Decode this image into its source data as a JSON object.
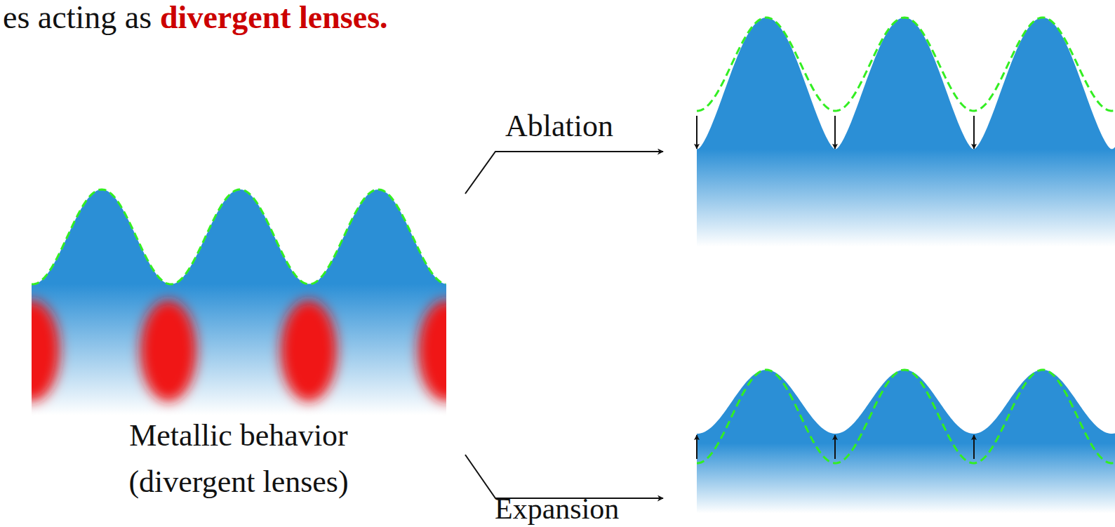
{
  "diagram": {
    "labels": [
      "es acting as",
      "divergent lenses.",
      "Ablation",
      "Metallic behavior (divergent lenses)",
      "Expansion"
    ]
  }
}
